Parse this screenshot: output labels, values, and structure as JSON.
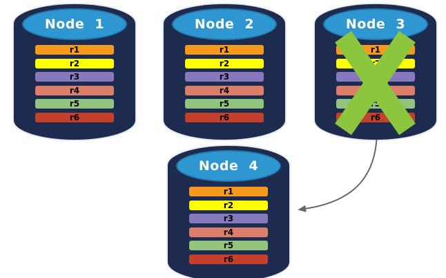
{
  "colors": {
    "background": "#ffffff",
    "cylinder_body": "#1C2B4E",
    "cylinder_top": "#2E96D0",
    "cylinder_top_border": "#2279AE",
    "title_text": "#FFFFFF",
    "row_text": "#000000",
    "fail_x": "#8CC63F",
    "arrow": "#666666"
  },
  "nodes": [
    {
      "title": "Node 1",
      "failed": false,
      "rows": [
        {
          "label": "r1",
          "color": "#F7991D"
        },
        {
          "label": "r2",
          "color": "#FFFF00"
        },
        {
          "label": "r3",
          "color": "#8878BE"
        },
        {
          "label": "r4",
          "color": "#DD7E6B"
        },
        {
          "label": "r5",
          "color": "#93C47D"
        },
        {
          "label": "r6",
          "color": "#C5402B"
        }
      ]
    },
    {
      "title": "Node 2",
      "failed": false,
      "rows": [
        {
          "label": "r1",
          "color": "#F7991D"
        },
        {
          "label": "r2",
          "color": "#FFFF00"
        },
        {
          "label": "r3",
          "color": "#8878BE"
        },
        {
          "label": "r4",
          "color": "#DD7E6B"
        },
        {
          "label": "r5",
          "color": "#93C47D"
        },
        {
          "label": "r6",
          "color": "#C5402B"
        }
      ]
    },
    {
      "title": "Node 3",
      "failed": true,
      "rows": [
        {
          "label": "r1",
          "color": "#F7991D"
        },
        {
          "label": "r2",
          "color": "#FFFF00"
        },
        {
          "label": "r3",
          "color": "#8878BE"
        },
        {
          "label": "r4",
          "color": "#DD7E6B"
        },
        {
          "label": "r5",
          "color": "#93C47D"
        },
        {
          "label": "r6",
          "color": "#C5402B"
        }
      ]
    },
    {
      "title": "Node 4",
      "failed": false,
      "rows": [
        {
          "label": "r1",
          "color": "#F7991D"
        },
        {
          "label": "r2",
          "color": "#FFFF00"
        },
        {
          "label": "r3",
          "color": "#8878BE"
        },
        {
          "label": "r4",
          "color": "#DD7E6B"
        },
        {
          "label": "r5",
          "color": "#93C47D"
        },
        {
          "label": "r6",
          "color": "#C5402B"
        }
      ]
    }
  ],
  "fail_mark": {
    "node": "Node 3"
  },
  "arrow": {
    "from": "Node 3",
    "to": "Node 4"
  }
}
